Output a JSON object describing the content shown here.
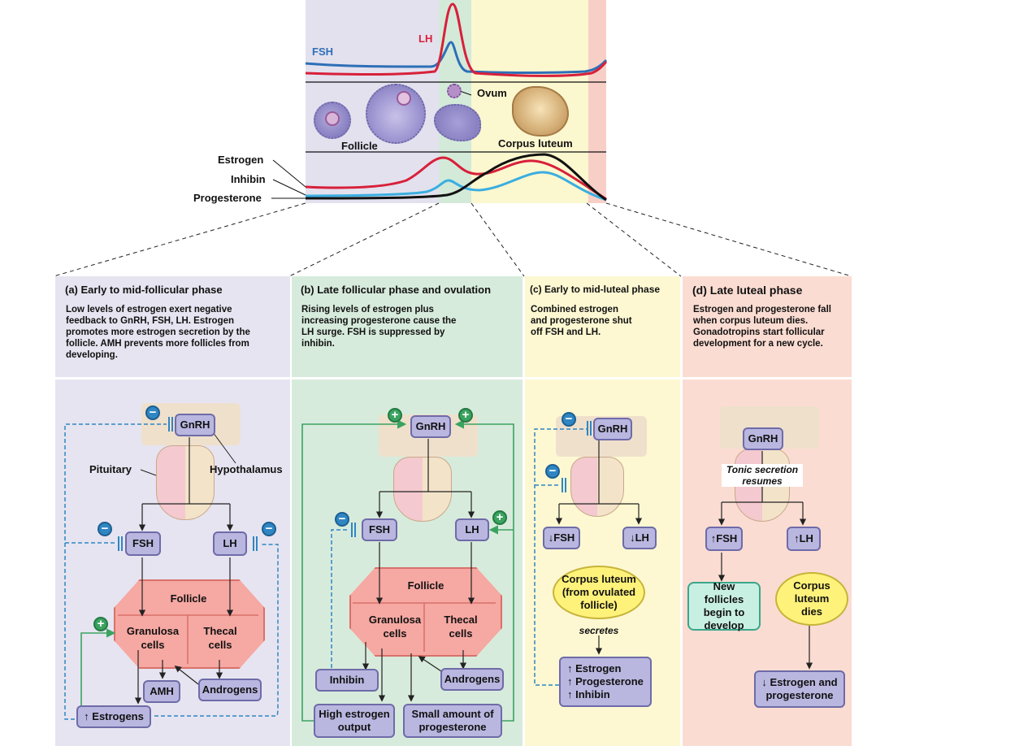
{
  "graph": {
    "fsh_label": "FSH",
    "lh_label": "LH",
    "ovum_label": "Ovum",
    "follicle_label": "Follicle",
    "corpus_luteum_label": "Corpus luteum",
    "estrogen_label": "Estrogen",
    "inhibin_label": "Inhibin",
    "progesterone_label": "Progesterone"
  },
  "phases": [
    {
      "title": "(a) Early to mid-follicular phase",
      "text": "Low levels of estrogen exert negative feedback to GnRH, FSH, LH. Estrogen promotes more estrogen secretion by the follicle. AMH prevents more follicles from developing."
    },
    {
      "title": "(b) Late follicular phase and ovulation",
      "text": "Rising levels of estrogen plus increasing progesterone cause the LH surge. FSH is suppressed by inhibin."
    },
    {
      "title": "(c) Early to mid-luteal phase",
      "text": "Combined estrogen and progesterone shut off FSH and LH."
    },
    {
      "title": "(d) Late luteal phase",
      "text": "Estrogen and progesterone fall when corpus luteum dies. Gonadotropins start follicular development for a new cycle."
    }
  ],
  "panel_a": {
    "gnrh": "GnRH",
    "pituitary": "Pituitary",
    "hypothalamus": "Hypothalamus",
    "fsh": "FSH",
    "lh": "LH",
    "follicle": "Follicle",
    "granulosa": "Granulosa cells",
    "thecal": "Thecal cells",
    "amh": "AMH",
    "androgens": "Androgens",
    "estrogens": "↑ Estrogens"
  },
  "panel_b": {
    "gnrh": "GnRH",
    "fsh": "FSH",
    "lh": "LH",
    "follicle": "Follicle",
    "granulosa": "Granulosa cells",
    "thecal": "Thecal cells",
    "inhibin": "Inhibin",
    "androgens": "Androgens",
    "high_estrogen": "High estrogen output",
    "small_progesterone": "Small amount of progesterone"
  },
  "panel_c": {
    "gnrh": "GnRH",
    "fsh": "↓FSH",
    "lh": "↓LH",
    "corpus_luteum": "Corpus luteum (from ovulated follicle)",
    "secretes": "secretes",
    "out1": "↑ Estrogen",
    "out2": "↑ Progesterone",
    "out3": "↑ Inhibin"
  },
  "panel_d": {
    "gnrh": "GnRH",
    "tonic": "Tonic secretion resumes",
    "fsh": "↑FSH",
    "lh": "↑LH",
    "new_follicles": "New follicles begin to develop",
    "corpus_dies": "Corpus luteum dies",
    "falling": "↓ Estrogen and progesterone"
  },
  "colors": {
    "fsh": "#2e6fb7",
    "lh": "#d8203a",
    "estrogen": "#d8203a",
    "inhibin": "#3aaee0",
    "progesterone": "#111111",
    "phase_a": "#e6e4f0",
    "phase_b": "#d7ebdc",
    "phase_c": "#fdf8d2",
    "phase_d": "#fbdcd2",
    "negative": "#2f86c3",
    "positive": "#3aa35f"
  }
}
